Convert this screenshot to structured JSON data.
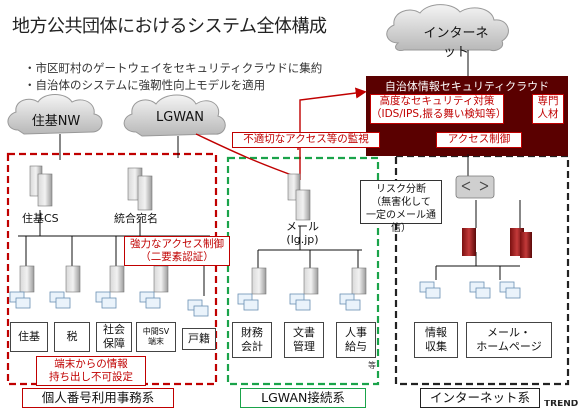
{
  "title": "地方公共団体におけるシステム全体構成",
  "bullets": [
    "・市区町村のゲートウェイをセキュリティクラウドに集約",
    "・自治体のシステムに強靭性向上モデルを適用"
  ],
  "clouds": {
    "internet": "インターネット",
    "juki_nw": "住基NW",
    "lgwan": "LGWAN"
  },
  "security_cloud": {
    "header": "自治体情報セキュリティクラウド",
    "advanced": [
      "高度なセキュリティ対策",
      "（IDS/IPS,振る舞い検知等）"
    ],
    "staff": [
      "専門",
      "人材"
    ],
    "access_control": "アクセス制御"
  },
  "callouts": {
    "monitor": "不適切なアクセス等の監視",
    "risk": [
      "リスク分断",
      "（無害化して",
      "一定のメール通信）"
    ],
    "strong_access": [
      "強力なアクセス制御",
      "（二要素認証）"
    ],
    "terminal": [
      "端末からの情報",
      "持ち出し不可設定"
    ]
  },
  "servers": {
    "juki_cs": "住基CS",
    "togo": "統合宛名",
    "mail": [
      "メール",
      "(lg.jp)"
    ]
  },
  "tiles": {
    "mynumber": [
      [
        "住基"
      ],
      [
        "税"
      ],
      [
        "社会",
        "保障"
      ],
      [
        "中間SV",
        "端末"
      ],
      [
        "戸籍"
      ]
    ],
    "lgwan": [
      [
        "財務",
        "会計"
      ],
      [
        "文書",
        "管理"
      ],
      [
        "人事",
        "給与"
      ]
    ],
    "internet": [
      [
        "情報",
        "収集"
      ],
      [
        "メール・",
        "ホームページ"
      ]
    ]
  },
  "etc_mark": "等",
  "segments": {
    "mynumber": "個人番号利用事務系",
    "lgwan": "LGWAN接続系",
    "internet": "インターネット系"
  },
  "logo_fragment": "TREND",
  "colors": {
    "red": "#c00000",
    "dark_red": "#6b0000",
    "green": "#1aa34a",
    "black": "#222222"
  }
}
